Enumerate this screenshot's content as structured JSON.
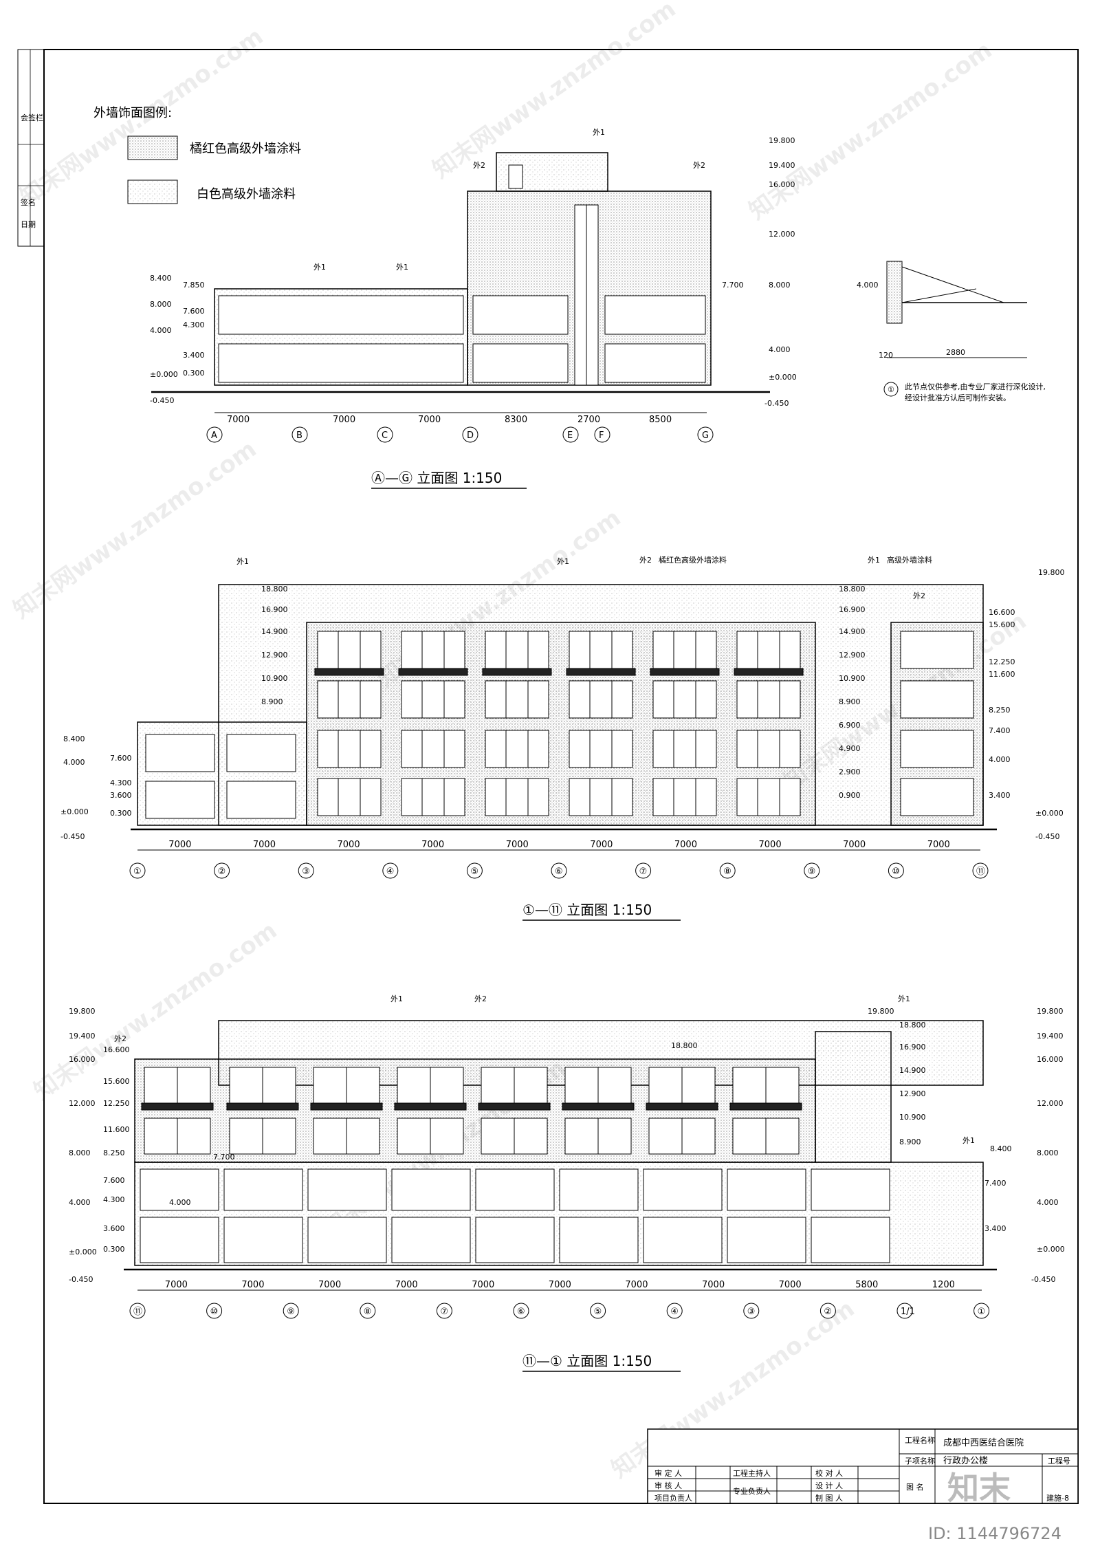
{
  "legend": {
    "title": "外墙饰面图例:",
    "items": [
      {
        "label": "橘红色高级外墙涂料"
      },
      {
        "label": "白色高级外墙涂料"
      }
    ]
  },
  "elevations": [
    {
      "title": "Ⓐ—Ⓖ 立面图   1:150",
      "axis_labels": [
        "A",
        "B",
        "C",
        "D",
        "E",
        "F",
        "G"
      ],
      "spans": [
        "7000",
        "7000",
        "7000",
        "8300",
        "2700",
        "8500"
      ],
      "levels": [
        "19.800",
        "19.400",
        "16.000",
        "12.000",
        "8.000",
        "7.700",
        "4.000",
        "±0.000",
        "-0.450",
        "8.400",
        "7.850",
        "7.600",
        "4.300",
        "3.400",
        "0.300"
      ],
      "tags": [
        "外1",
        "外2"
      ]
    },
    {
      "title": "①—⑪ 立面图   1:150",
      "axis_labels": [
        "①",
        "②",
        "③",
        "④",
        "⑤",
        "⑥",
        "⑦",
        "⑧",
        "⑨",
        "⑩",
        "⑪"
      ],
      "spans": [
        "7000",
        "7000",
        "7000",
        "7000",
        "7000",
        "7000",
        "7000",
        "7000",
        "7000",
        "7000"
      ],
      "levels": [
        "19.800",
        "18.800",
        "16.900",
        "14.900",
        "12.900",
        "10.900",
        "8.900",
        "6.900",
        "4.900",
        "2.900",
        "0.900",
        "16.600",
        "15.600",
        "12.250",
        "11.600",
        "8.250",
        "7.400",
        "4.000",
        "3.400",
        "0.300",
        "±0.000",
        "-0.450",
        "8.400",
        "7.600",
        "4.300",
        "3.600"
      ],
      "tags": [
        "外1",
        "外2",
        "橘红色高级外墙涂料",
        "高级外墙涂料"
      ]
    },
    {
      "title": "⑪—① 立面图   1:150",
      "axis_labels": [
        "⑪",
        "⑩",
        "⑨",
        "⑧",
        "⑦",
        "⑥",
        "⑤",
        "④",
        "③",
        "②",
        "1/1",
        "①"
      ],
      "spans": [
        "7000",
        "7000",
        "7000",
        "7000",
        "7000",
        "7000",
        "7000",
        "7000",
        "7000",
        "5800",
        "1200"
      ],
      "levels": [
        "19.800",
        "19.400",
        "16.600",
        "16.000",
        "15.600",
        "12.250",
        "12.000",
        "11.600",
        "8.250",
        "8.000",
        "7.700",
        "7.600",
        "4.300",
        "4.000",
        "3.600",
        "0.300",
        "±0.000",
        "-0.450",
        "18.800",
        "16.900",
        "14.900",
        "12.900",
        "10.900",
        "8.900",
        "8.400",
        "7.400",
        "3.400"
      ],
      "tags": [
        "外1",
        "外2"
      ]
    }
  ],
  "detail": {
    "dims": [
      "4.000",
      "120",
      "2880"
    ],
    "note_lines": [
      "此节点仅供参考,由专业厂家进行深化设计,",
      "经设计批准方认后可制作安装。"
    ],
    "marker": "①"
  },
  "left_strip": [
    "会签栏",
    "签名",
    "日期"
  ],
  "title_block": {
    "project_label": "工程名称",
    "project_name": "成都中西医结合医院",
    "sub_label": "子项名称",
    "sub_name": "行政办公楼",
    "roles": [
      "审 定 人",
      "审 核 人",
      "项目负责人",
      "工程主持人",
      "专业负责人",
      "校 对 人",
      "设 计 人",
      "制 图 人"
    ],
    "drawing_label": "图 名",
    "project_no_label": "工程号",
    "drawing_no": "建施-8"
  },
  "watermarks": [
    "知末网www.znzmo.com"
  ],
  "corner": {
    "brand": "知末",
    "id": "ID: 1144796724"
  }
}
